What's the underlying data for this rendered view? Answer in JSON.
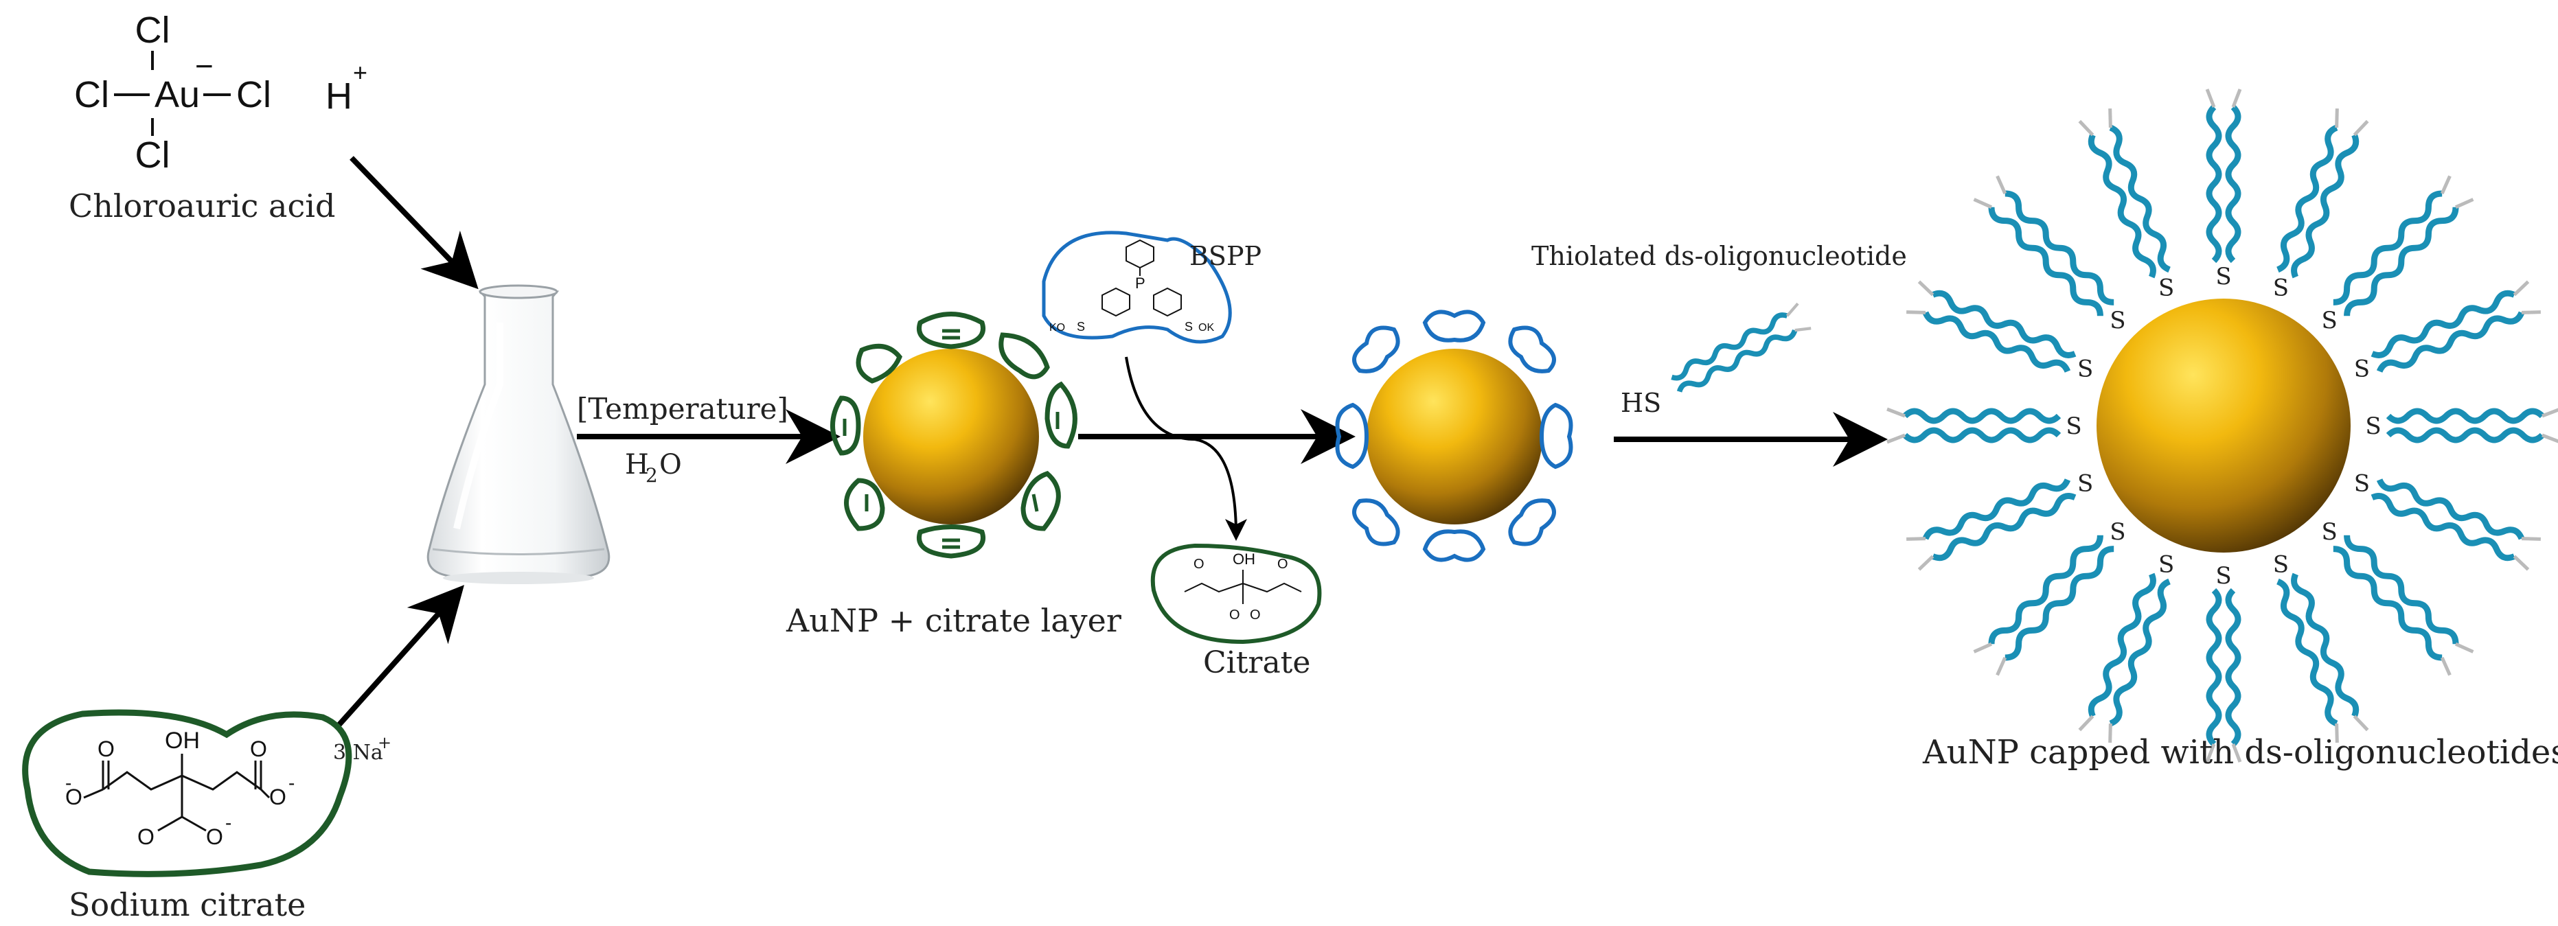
{
  "chloroauric": {
    "atom_cl": "Cl",
    "atom_au": "Au",
    "charge": "−",
    "proton": "H",
    "proton_charge": "+",
    "caption": "Chloroauric acid"
  },
  "sodium_citrate": {
    "oh": "OH",
    "o": "O",
    "neg": "-",
    "counterion": "3 Na",
    "counterion_charge": "+",
    "caption": "Sodium citrate"
  },
  "step1": {
    "condition_top": "[Temperature]",
    "condition_bottom_h": "H",
    "condition_bottom_sub": "2",
    "condition_bottom_o": "O"
  },
  "aunp_citrate_caption": "AuNP + citrate layer",
  "citrate_leaving": {
    "caption": "Citrate"
  },
  "bspp": {
    "label": "BSPP",
    "p": "P",
    "ko3s": "KO",
    "so3k": "OK",
    "s": "S"
  },
  "thiol": {
    "label": "Thiolated ds-oligonucleotide",
    "hs": "HS"
  },
  "final": {
    "s_atom": "S",
    "caption": "AuNP capped with ds-oligonucleotides"
  },
  "colors": {
    "gold_light": "#f5c518",
    "gold_dark": "#5a3a05",
    "citrate_green": "#1e5a28",
    "bspp_blue": "#1a6fc0",
    "dna_blue": "#1a8fb5",
    "arrow": "#000000"
  }
}
